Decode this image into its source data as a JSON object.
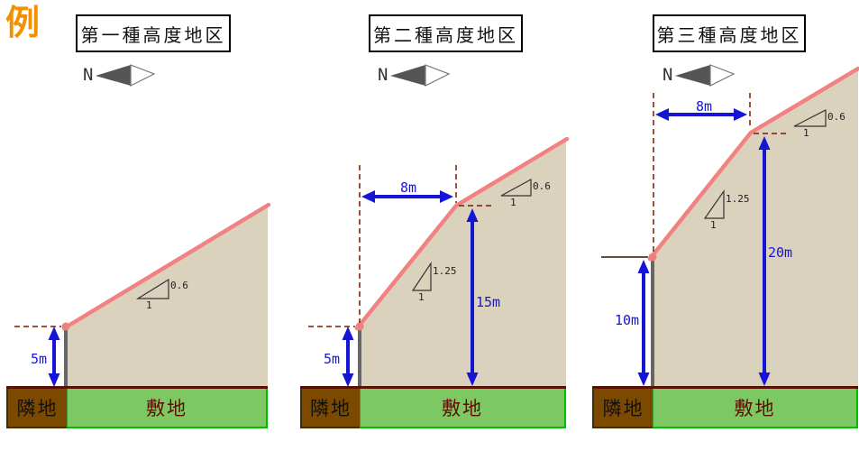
{
  "example_label": "例",
  "colors": {
    "accent_orange": "#F39000",
    "dimension_blue": "#1515D6",
    "envelope_line_pink": "#F28282",
    "envelope_fill_tan": "#DAD2BD",
    "site_green": "#7CC862",
    "neighbor_brown": "#7B4A00",
    "ground_line_dark_red": "#5A1000"
  },
  "panels": [
    {
      "title": "第一種高度地区",
      "north_label": "N",
      "boundary_height_label": "5m",
      "upper_slope": {
        "rise": "0.6",
        "run": "1"
      },
      "neighbor_label": "隣地",
      "site_label": "敷地"
    },
    {
      "title": "第二種高度地区",
      "north_label": "N",
      "setback_label": "8m",
      "boundary_height_label": "5m",
      "bend_height_label": "15m",
      "lower_slope": {
        "rise": "1.25",
        "run": "1"
      },
      "upper_slope": {
        "rise": "0.6",
        "run": "1"
      },
      "neighbor_label": "隣地",
      "site_label": "敷地"
    },
    {
      "title": "第三種高度地区",
      "north_label": "N",
      "setback_label": "8m",
      "boundary_height_label": "10m",
      "bend_height_label": "20m",
      "lower_slope": {
        "rise": "1.25",
        "run": "1"
      },
      "upper_slope": {
        "rise": "0.6",
        "run": "1"
      },
      "neighbor_label": "隣地",
      "site_label": "敷地"
    }
  ]
}
